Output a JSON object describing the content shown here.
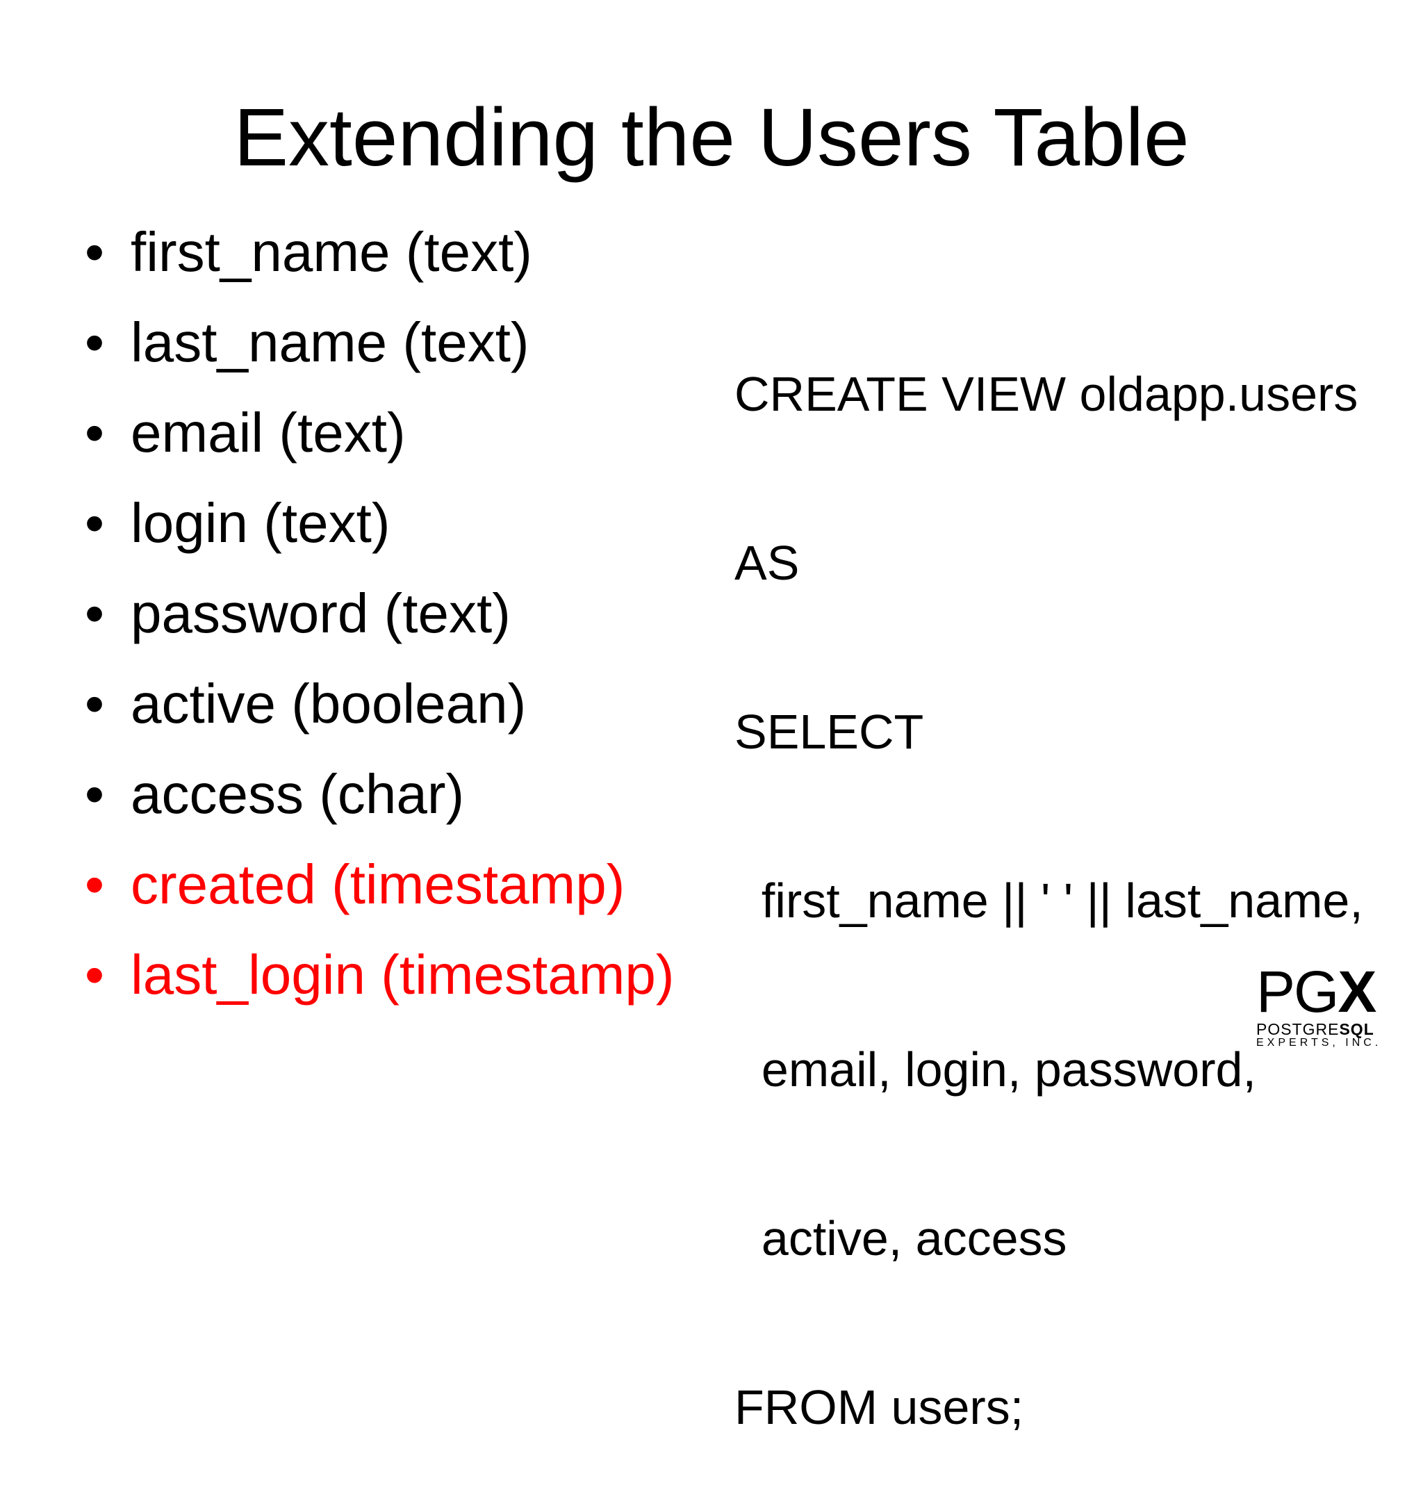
{
  "slide": {
    "title": "Extending the Users Table",
    "bullet_symbol": "•",
    "bullets": [
      {
        "text": "first_name (text)"
      },
      {
        "text": "last_name (text)"
      },
      {
        "text": "email (text)"
      },
      {
        "text": "login (text)"
      },
      {
        "text": "password (text)"
      },
      {
        "text": "active (boolean)"
      },
      {
        "text": "access (char)"
      },
      {
        "text": "created (timestamp)"
      },
      {
        "text": "last_login (timestamp)"
      }
    ],
    "highlight_color": "#ff0000",
    "sql_lines": [
      "CREATE VIEW oldapp.users",
      "AS",
      "SELECT",
      "  first_name || ' ' || last_name,",
      "  email, login, password,",
      "  active, access",
      "FROM users;"
    ]
  },
  "logo": {
    "mark_pg": "PG",
    "mark_x": "X",
    "line1_regular": "POSTGRE",
    "line1_bold": "SQL",
    "line2": "EXPERTS, INC."
  }
}
